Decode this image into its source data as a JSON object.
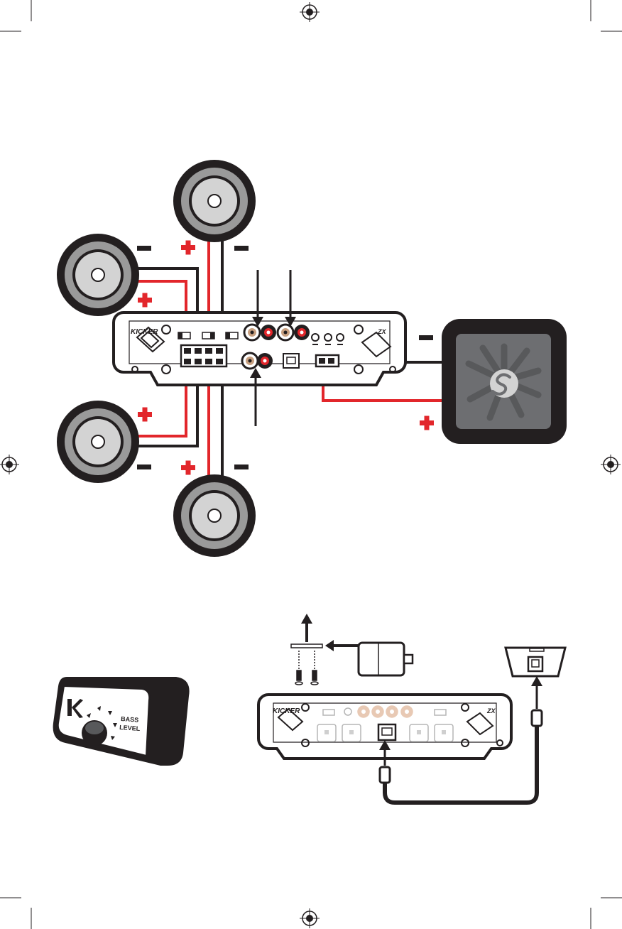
{
  "colors": {
    "ink": "#231f20",
    "wire_red": "#e2262b",
    "speaker_grey": "#9a9a9a",
    "cone_grey": "#d3d3d3",
    "sub_face": "#6d6e71",
    "sub_dark": "#58595b",
    "white": "#ffffff",
    "faded_rca": "#e8c9b4"
  },
  "amp_top": {
    "brand": "KICKER",
    "model": "ZX"
  },
  "amp_bottom": {
    "brand": "KICKER",
    "model": "ZX"
  },
  "remote": {
    "label_line1": "BASS",
    "label_line2": "LEVEL"
  },
  "polarity": {
    "plus": "+",
    "minus": "–"
  },
  "icons": {
    "registration_mark": "registration-mark-icon",
    "logo_k": "kicker-k-logo",
    "sub_logo": "solobaric-s-logo"
  }
}
